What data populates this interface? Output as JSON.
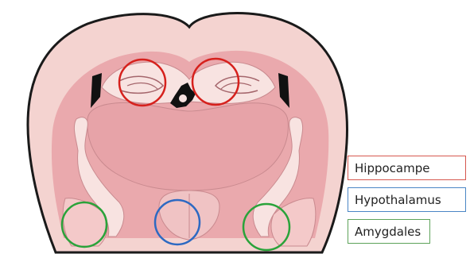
{
  "legend": {
    "hippocampus": "Hippocampe",
    "hypothalamus": "Hypothalamus",
    "amygdala": "Amygdales"
  },
  "colors": {
    "hippocampus": "#d6211d",
    "hypothalamus": "#2d69c2",
    "amygdala": "#2aa33a",
    "tissue_outer": "#f4d3d0",
    "tissue_mid": "#eaa9ad",
    "tissue_inner": "#e7a3a8",
    "white_matter": "#f8e3e1",
    "ventricle": "#111111",
    "outline": "#1a1a1a"
  },
  "icons": [
    "brain-coronal-section"
  ]
}
